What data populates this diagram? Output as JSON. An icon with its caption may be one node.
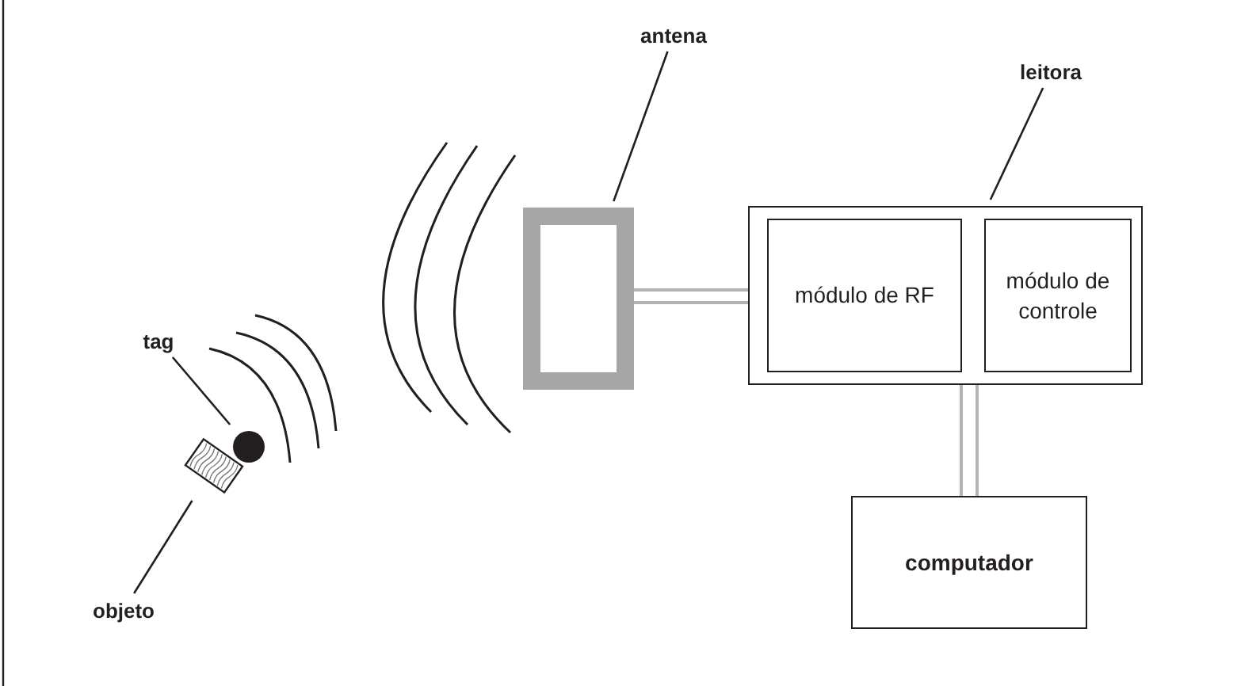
{
  "diagram": {
    "nodes": [
      {
        "text": [
          "tag"
        ]
      },
      {
        "text": [],
        "shape": "circle"
      },
      {
        "text": [
          "objeto"
        ]
      },
      {
        "text": [],
        "shape": "box"
      },
      {
        "text": [
          "antena"
        ]
      },
      {
        "text": [],
        "shape": "box"
      },
      {
        "text": [
          "leitora"
        ]
      },
      {
        "text": [],
        "shape": "box"
      },
      {
        "text": [
          "módulo de RF"
        ],
        "in": 7
      },
      {
        "text": [
          "módulo de controle"
        ],
        "in": 7
      },
      {
        "text": [
          "computador"
        ]
      }
    ],
    "edges": [
      {
        "from": 0,
        "to": 1,
        "arrow": "none"
      },
      {
        "from": 2,
        "to": 3,
        "arrow": "none"
      },
      {
        "from": 4,
        "to": 5,
        "arrow": "none"
      },
      {
        "from": 6,
        "to": 7,
        "arrow": "none"
      },
      {
        "from": 5,
        "to": 7,
        "arrow": "none",
        "color": "#b3b3b3"
      },
      {
        "from": 7,
        "to": 10,
        "arrow": "none",
        "color": "#b3b3b3"
      }
    ]
  }
}
